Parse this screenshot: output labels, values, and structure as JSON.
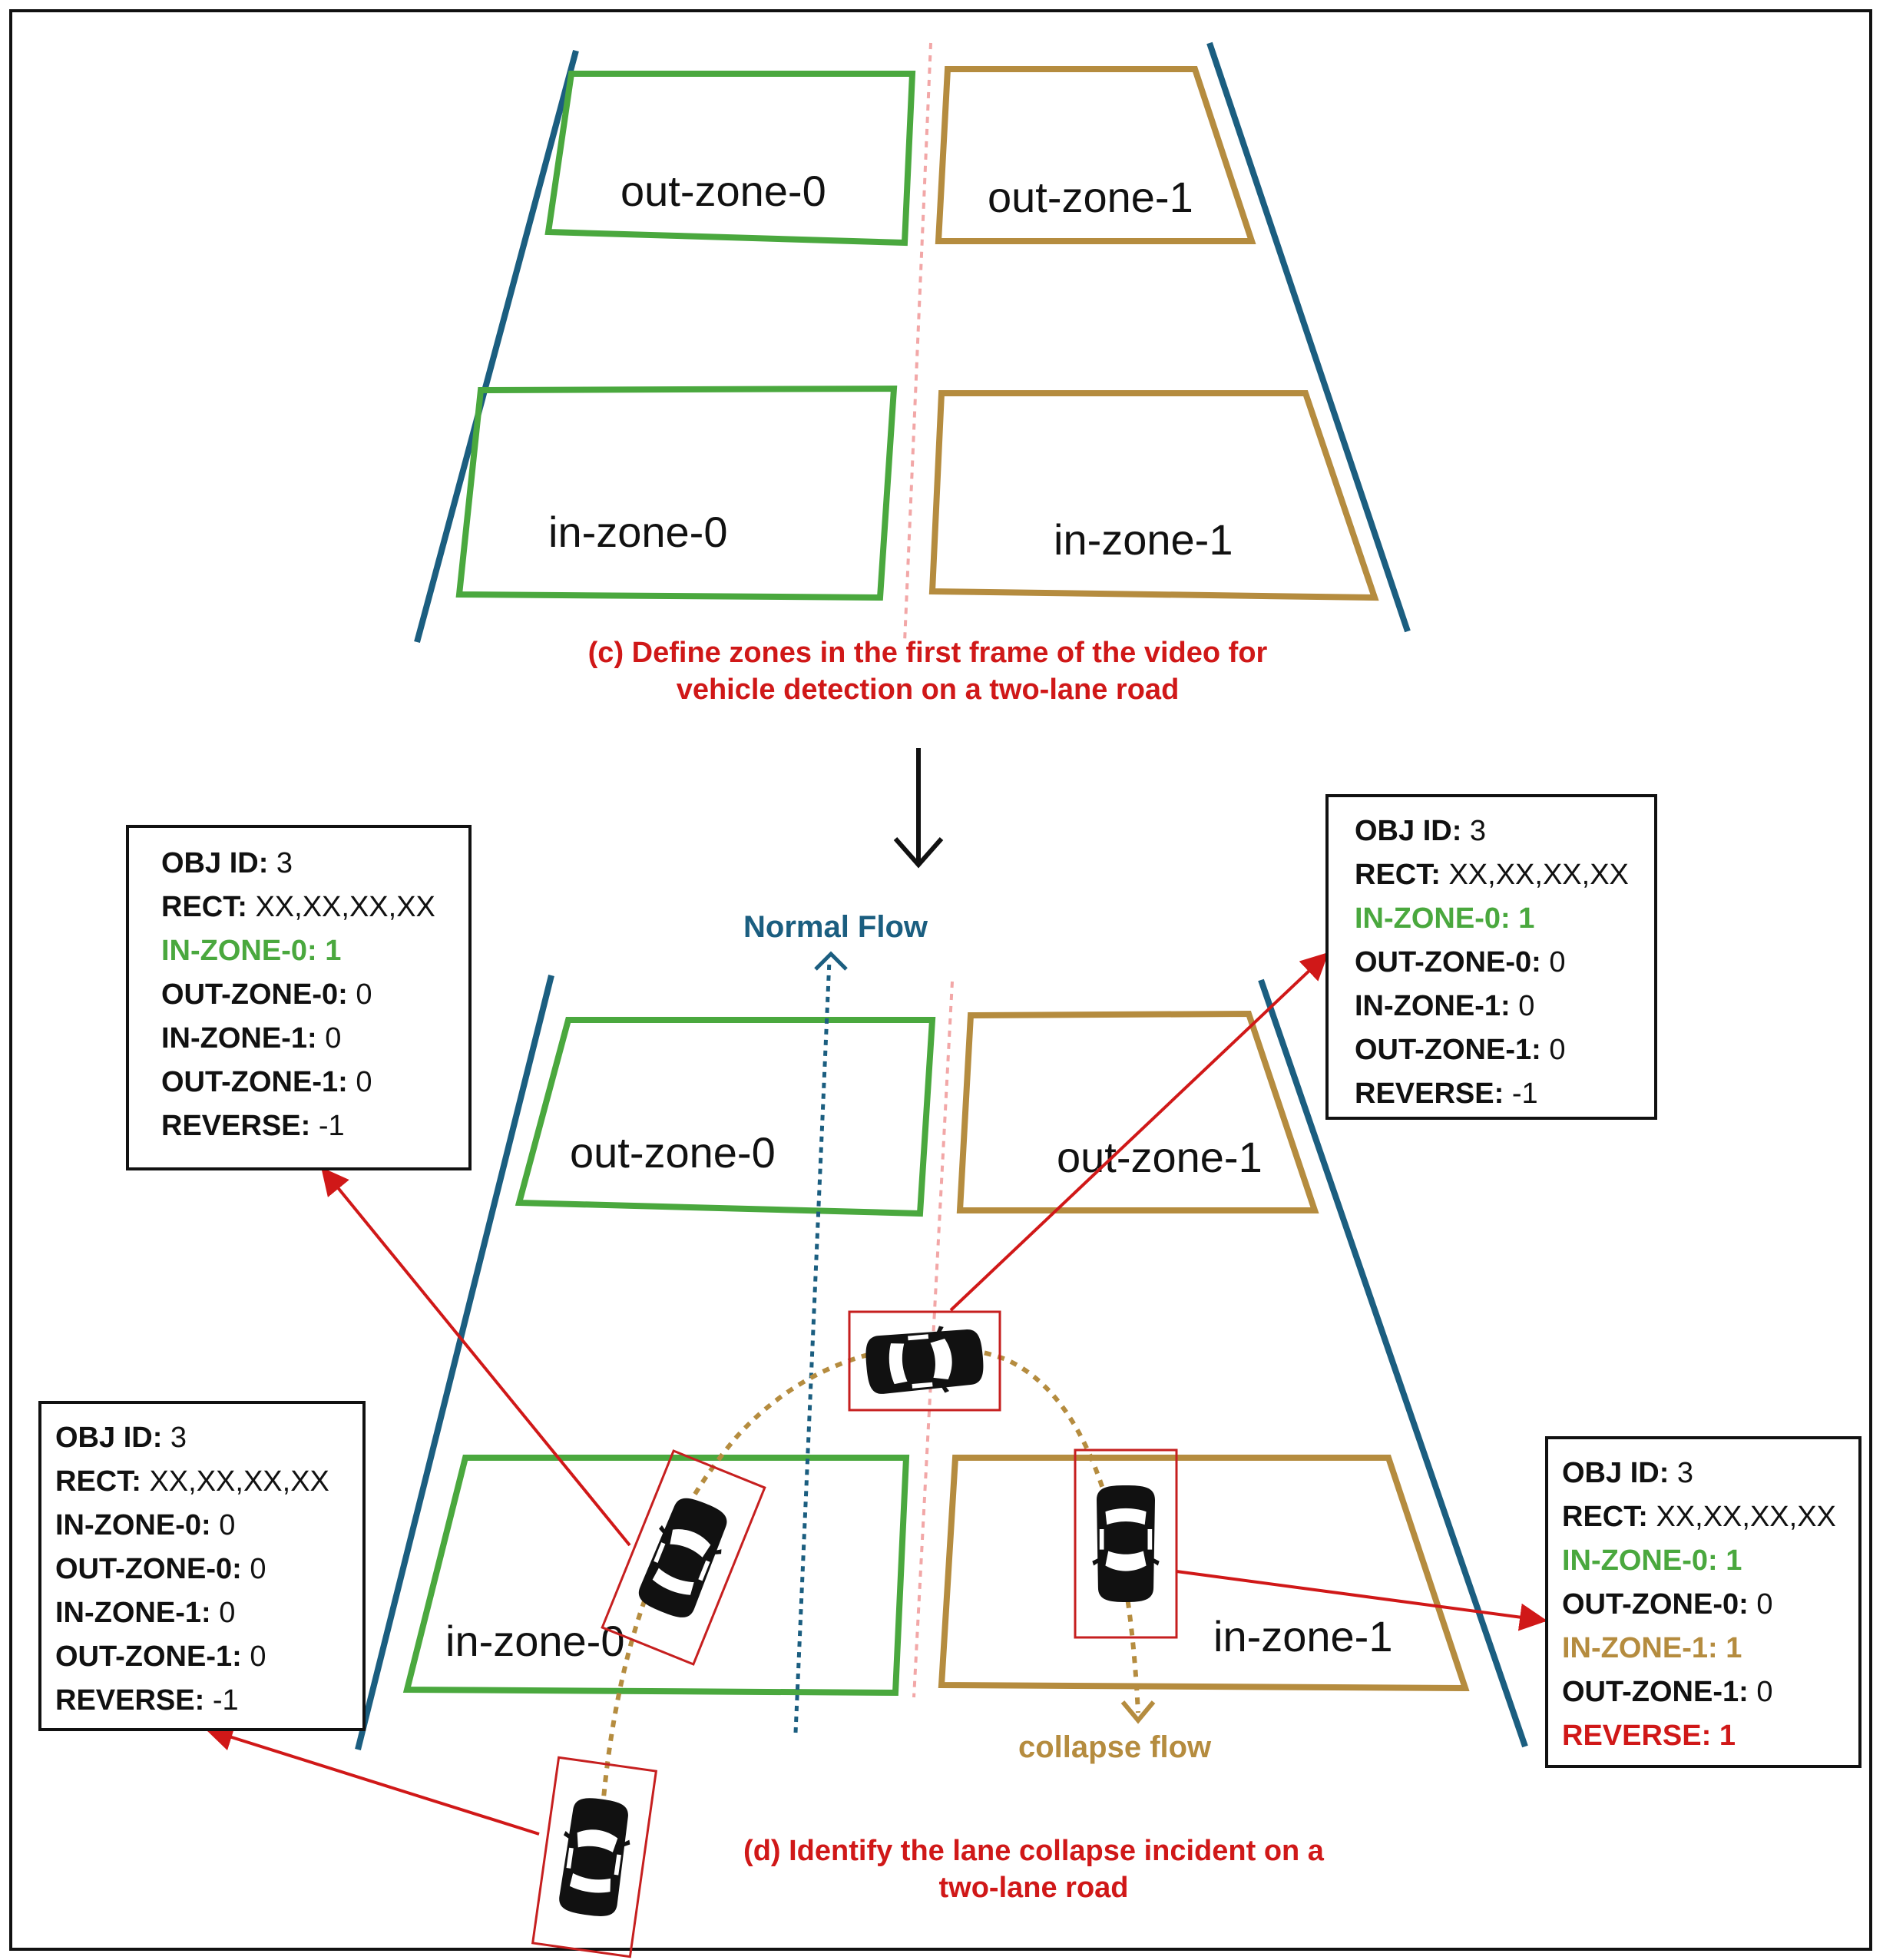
{
  "colors": {
    "road_edge": "#1b5e80",
    "zone0": "#4aa83e",
    "zone1": "#b58c3f",
    "lane_divider": "#f2a7a7",
    "caption": "#d01818",
    "normal_flow": "#1b5e80",
    "collapse_flow": "#b58c3f",
    "box_border": "#111111",
    "highlight_green": "#4aa83e",
    "highlight_gold": "#b58c3f",
    "highlight_red": "#d01818"
  },
  "panel_c": {
    "zones": {
      "out0": "out-zone-0",
      "out1": "out-zone-1",
      "in0": "in-zone-0",
      "in1": "in-zone-1"
    },
    "caption_line1": "(c) Define zones in the first frame of the video for",
    "caption_line2": "vehicle detection on a two-lane road"
  },
  "transition_icon": "down-arrow-icon",
  "panel_d": {
    "zones": {
      "out0": "out-zone-0",
      "out1": "out-zone-1",
      "in0": "in-zone-0",
      "in1": "in-zone-1"
    },
    "normal_flow_label": "Normal Flow",
    "collapse_flow_label": "collapse flow",
    "caption_line1": "(d) Identify the lane collapse incident on a",
    "caption_line2": "two-lane road",
    "vehicle_icon": "car-icon"
  },
  "info_boxes": {
    "top_left": [
      {
        "k": "OBJ ID:",
        "v": " 3",
        "hl": ""
      },
      {
        "k": "RECT:",
        "v": " XX,XX,XX,XX",
        "hl": ""
      },
      {
        "k": "IN-ZONE-0:",
        "v": " 1",
        "hl": "green"
      },
      {
        "k": "OUT-ZONE-0:",
        "v": " 0",
        "hl": ""
      },
      {
        "k": "IN-ZONE-1:",
        "v": " 0",
        "hl": ""
      },
      {
        "k": "OUT-ZONE-1:",
        "v": " 0",
        "hl": ""
      },
      {
        "k": "REVERSE:",
        "v": " -1",
        "hl": ""
      }
    ],
    "top_right": [
      {
        "k": "OBJ ID:",
        "v": " 3",
        "hl": ""
      },
      {
        "k": "RECT:",
        "v": " XX,XX,XX,XX",
        "hl": ""
      },
      {
        "k": "IN-ZONE-0:",
        "v": " 1",
        "hl": "green"
      },
      {
        "k": "OUT-ZONE-0:",
        "v": " 0",
        "hl": ""
      },
      {
        "k": "IN-ZONE-1:",
        "v": " 0",
        "hl": ""
      },
      {
        "k": "OUT-ZONE-1:",
        "v": " 0",
        "hl": ""
      },
      {
        "k": "REVERSE:",
        "v": " -1",
        "hl": ""
      }
    ],
    "bottom_left": [
      {
        "k": "OBJ ID:",
        "v": " 3",
        "hl": ""
      },
      {
        "k": "RECT:",
        "v": " XX,XX,XX,XX",
        "hl": ""
      },
      {
        "k": "IN-ZONE-0:",
        "v": " 0",
        "hl": ""
      },
      {
        "k": "OUT-ZONE-0:",
        "v": " 0",
        "hl": ""
      },
      {
        "k": "IN-ZONE-1:",
        "v": " 0",
        "hl": ""
      },
      {
        "k": "OUT-ZONE-1:",
        "v": " 0",
        "hl": ""
      },
      {
        "k": "REVERSE:",
        "v": " -1",
        "hl": ""
      }
    ],
    "bottom_right": [
      {
        "k": "OBJ ID:",
        "v": " 3",
        "hl": ""
      },
      {
        "k": "RECT:",
        "v": " XX,XX,XX,XX",
        "hl": ""
      },
      {
        "k": "IN-ZONE-0:",
        "v": " 1",
        "hl": "green"
      },
      {
        "k": "OUT-ZONE-0:",
        "v": " 0",
        "hl": ""
      },
      {
        "k": "IN-ZONE-1:",
        "v": " 1",
        "hl": "gold"
      },
      {
        "k": "OUT-ZONE-1:",
        "v": " 0",
        "hl": ""
      },
      {
        "k": "REVERSE:",
        "v": " 1",
        "hl": "red"
      }
    ]
  }
}
